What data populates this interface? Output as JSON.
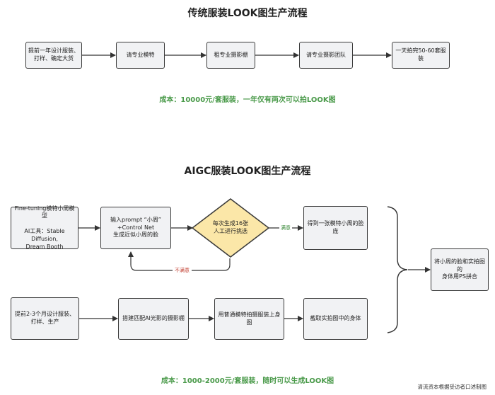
{
  "traditional": {
    "title": "传统服装LOOK图生产流程",
    "steps": [
      "提前一年设计服装、\n打样、确定大货",
      "请专业模特",
      "租专业摄影棚",
      "请专业摄影团队",
      "一天拍完50-60套服装"
    ],
    "cost": "成本：10000元/套服装，一年仅有两次可以拍LOOK图"
  },
  "aigc": {
    "title": "AIGC服装LOOK图生产流程",
    "model_box": "Fine-tuning模特小周模型\n\nAI工具：Stable Diffusion,\nDream Booth",
    "prompt_box": "输入prompt “小周”\n+Control Net\n生成近似小周的脸",
    "decision": "每次生成16张\n人工进行挑选",
    "satisfied_label": "满意",
    "unsatisfied_label": "不满意",
    "face_box": "得到一张模特小周的脸庞",
    "design_box": "提前2-3个月设计服装、\n打样、生产",
    "studio_box": "搭建匹配AI光影的摄影棚",
    "shoot_box": "用普通模特拍摄服装上身图",
    "body_box": "截取实拍图中的身体",
    "merge_box": "将小周的脸和实拍图的\n身体用PS拼合",
    "cost": "成本：1000-2000元/套服装，随时可以生成LOOK图"
  },
  "footer": "清流资本根据受访者口述制图"
}
